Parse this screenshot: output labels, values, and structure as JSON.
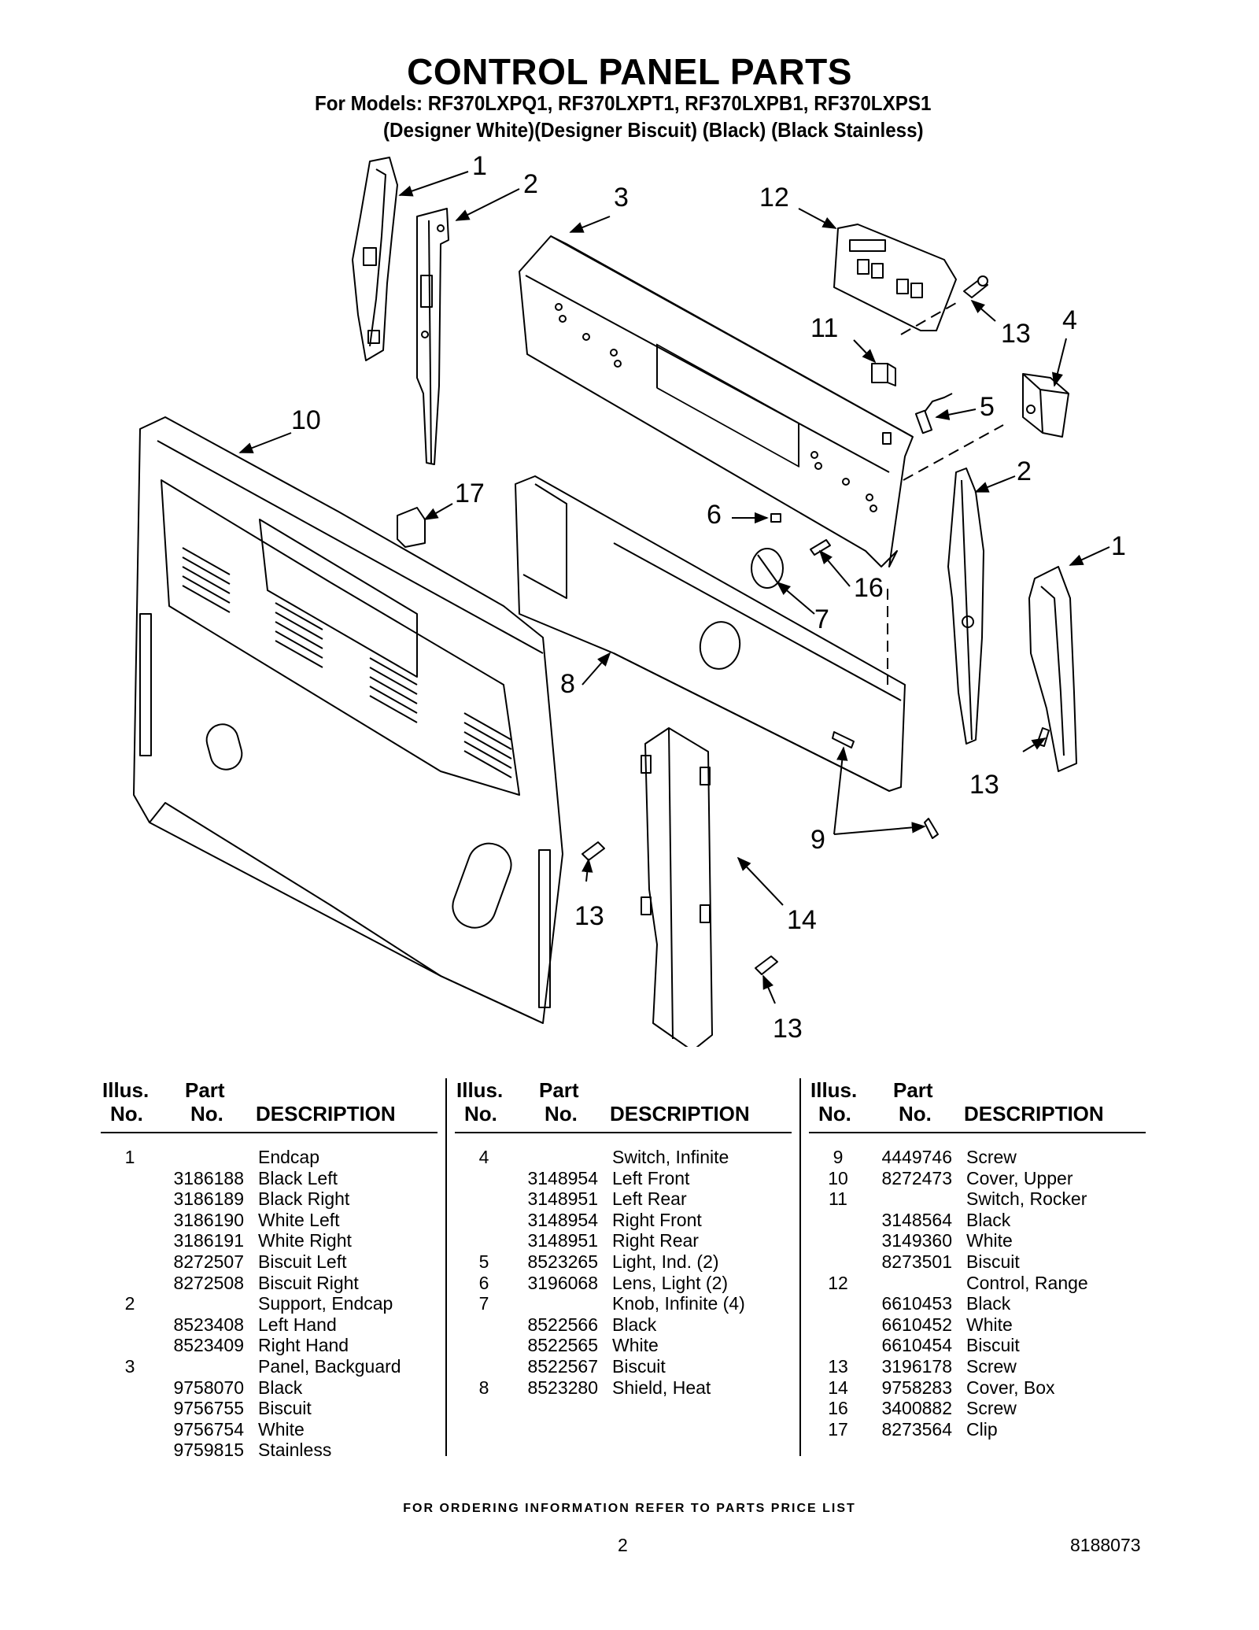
{
  "header": {
    "title": "CONTROL PANEL PARTS",
    "models": "For Models: RF370LXPQ1, RF370LXPT1, RF370LXPB1, RF370LXPS1",
    "colors": "(Designer White)(Designer Biscuit)  (Black)     (Black Stainless)"
  },
  "diagram": {
    "callouts": {
      "c1a": "1",
      "c2a": "2",
      "c3": "3",
      "c12": "12",
      "c13a": "13",
      "c4": "4",
      "c11": "11",
      "c5": "5",
      "c10": "10",
      "c2b": "2",
      "c17": "17",
      "c6": "6",
      "c1b": "1",
      "c16": "16",
      "c7": "7",
      "c8": "8",
      "c13b": "13",
      "c9": "9",
      "c13c": "13",
      "c14": "14",
      "c13d": "13"
    }
  },
  "table": {
    "headers": {
      "illus_line1": "Illus.",
      "illus_line2": "No.",
      "part_line1": "Part",
      "part_line2": "No.",
      "description": "DESCRIPTION"
    },
    "col1": [
      {
        "illus": "1",
        "part": "",
        "desc": "Endcap"
      },
      {
        "illus": "",
        "part": "3186188",
        "desc": "Black Left"
      },
      {
        "illus": "",
        "part": "3186189",
        "desc": "Black Right"
      },
      {
        "illus": "",
        "part": "3186190",
        "desc": "White Left"
      },
      {
        "illus": "",
        "part": "3186191",
        "desc": "White Right"
      },
      {
        "illus": "",
        "part": "8272507",
        "desc": "Biscuit Left"
      },
      {
        "illus": "",
        "part": "8272508",
        "desc": "Biscuit Right"
      },
      {
        "illus": "2",
        "part": "",
        "desc": "Support, Endcap"
      },
      {
        "illus": "",
        "part": "8523408",
        "desc": "Left Hand"
      },
      {
        "illus": "",
        "part": "8523409",
        "desc": "Right Hand"
      },
      {
        "illus": "3",
        "part": "",
        "desc": "Panel, Backguard"
      },
      {
        "illus": "",
        "part": "9758070",
        "desc": "Black"
      },
      {
        "illus": "",
        "part": "9756755",
        "desc": "Biscuit"
      },
      {
        "illus": "",
        "part": "9756754",
        "desc": "White"
      },
      {
        "illus": "",
        "part": "9759815",
        "desc": "Stainless"
      }
    ],
    "col2": [
      {
        "illus": "4",
        "part": "",
        "desc": "Switch, Infinite"
      },
      {
        "illus": "",
        "part": "3148954",
        "desc": "Left Front"
      },
      {
        "illus": "",
        "part": "3148951",
        "desc": "Left Rear"
      },
      {
        "illus": "",
        "part": "3148954",
        "desc": "Right Front"
      },
      {
        "illus": "",
        "part": "3148951",
        "desc": "Right Rear"
      },
      {
        "illus": "5",
        "part": "8523265",
        "desc": "Light, Ind. (2)"
      },
      {
        "illus": "6",
        "part": "3196068",
        "desc": "Lens, Light (2)"
      },
      {
        "illus": "7",
        "part": "",
        "desc": "Knob, Infinite (4)"
      },
      {
        "illus": "",
        "part": "8522566",
        "desc": "Black"
      },
      {
        "illus": "",
        "part": "8522565",
        "desc": "White"
      },
      {
        "illus": "",
        "part": "8522567",
        "desc": "Biscuit"
      },
      {
        "illus": "8",
        "part": "8523280",
        "desc": "Shield, Heat"
      }
    ],
    "col3": [
      {
        "illus": "9",
        "part": "4449746",
        "desc": "Screw"
      },
      {
        "illus": "10",
        "part": "8272473",
        "desc": "Cover, Upper"
      },
      {
        "illus": "11",
        "part": "",
        "desc": "Switch, Rocker"
      },
      {
        "illus": "",
        "part": "3148564",
        "desc": "Black"
      },
      {
        "illus": "",
        "part": "3149360",
        "desc": "White"
      },
      {
        "illus": "",
        "part": "8273501",
        "desc": "Biscuit"
      },
      {
        "illus": "12",
        "part": "",
        "desc": "Control, Range"
      },
      {
        "illus": "",
        "part": "6610453",
        "desc": "Black"
      },
      {
        "illus": "",
        "part": "6610452",
        "desc": "White"
      },
      {
        "illus": "",
        "part": "6610454",
        "desc": "Biscuit"
      },
      {
        "illus": "13",
        "part": "3196178",
        "desc": "Screw"
      },
      {
        "illus": "14",
        "part": "9758283",
        "desc": "Cover, Box"
      },
      {
        "illus": "16",
        "part": "3400882",
        "desc": "Screw"
      },
      {
        "illus": "17",
        "part": "8273564",
        "desc": "Clip"
      }
    ]
  },
  "footer": {
    "note": "FOR ORDERING INFORMATION REFER TO PARTS PRICE LIST",
    "page": "2",
    "doc_number": "8188073"
  }
}
